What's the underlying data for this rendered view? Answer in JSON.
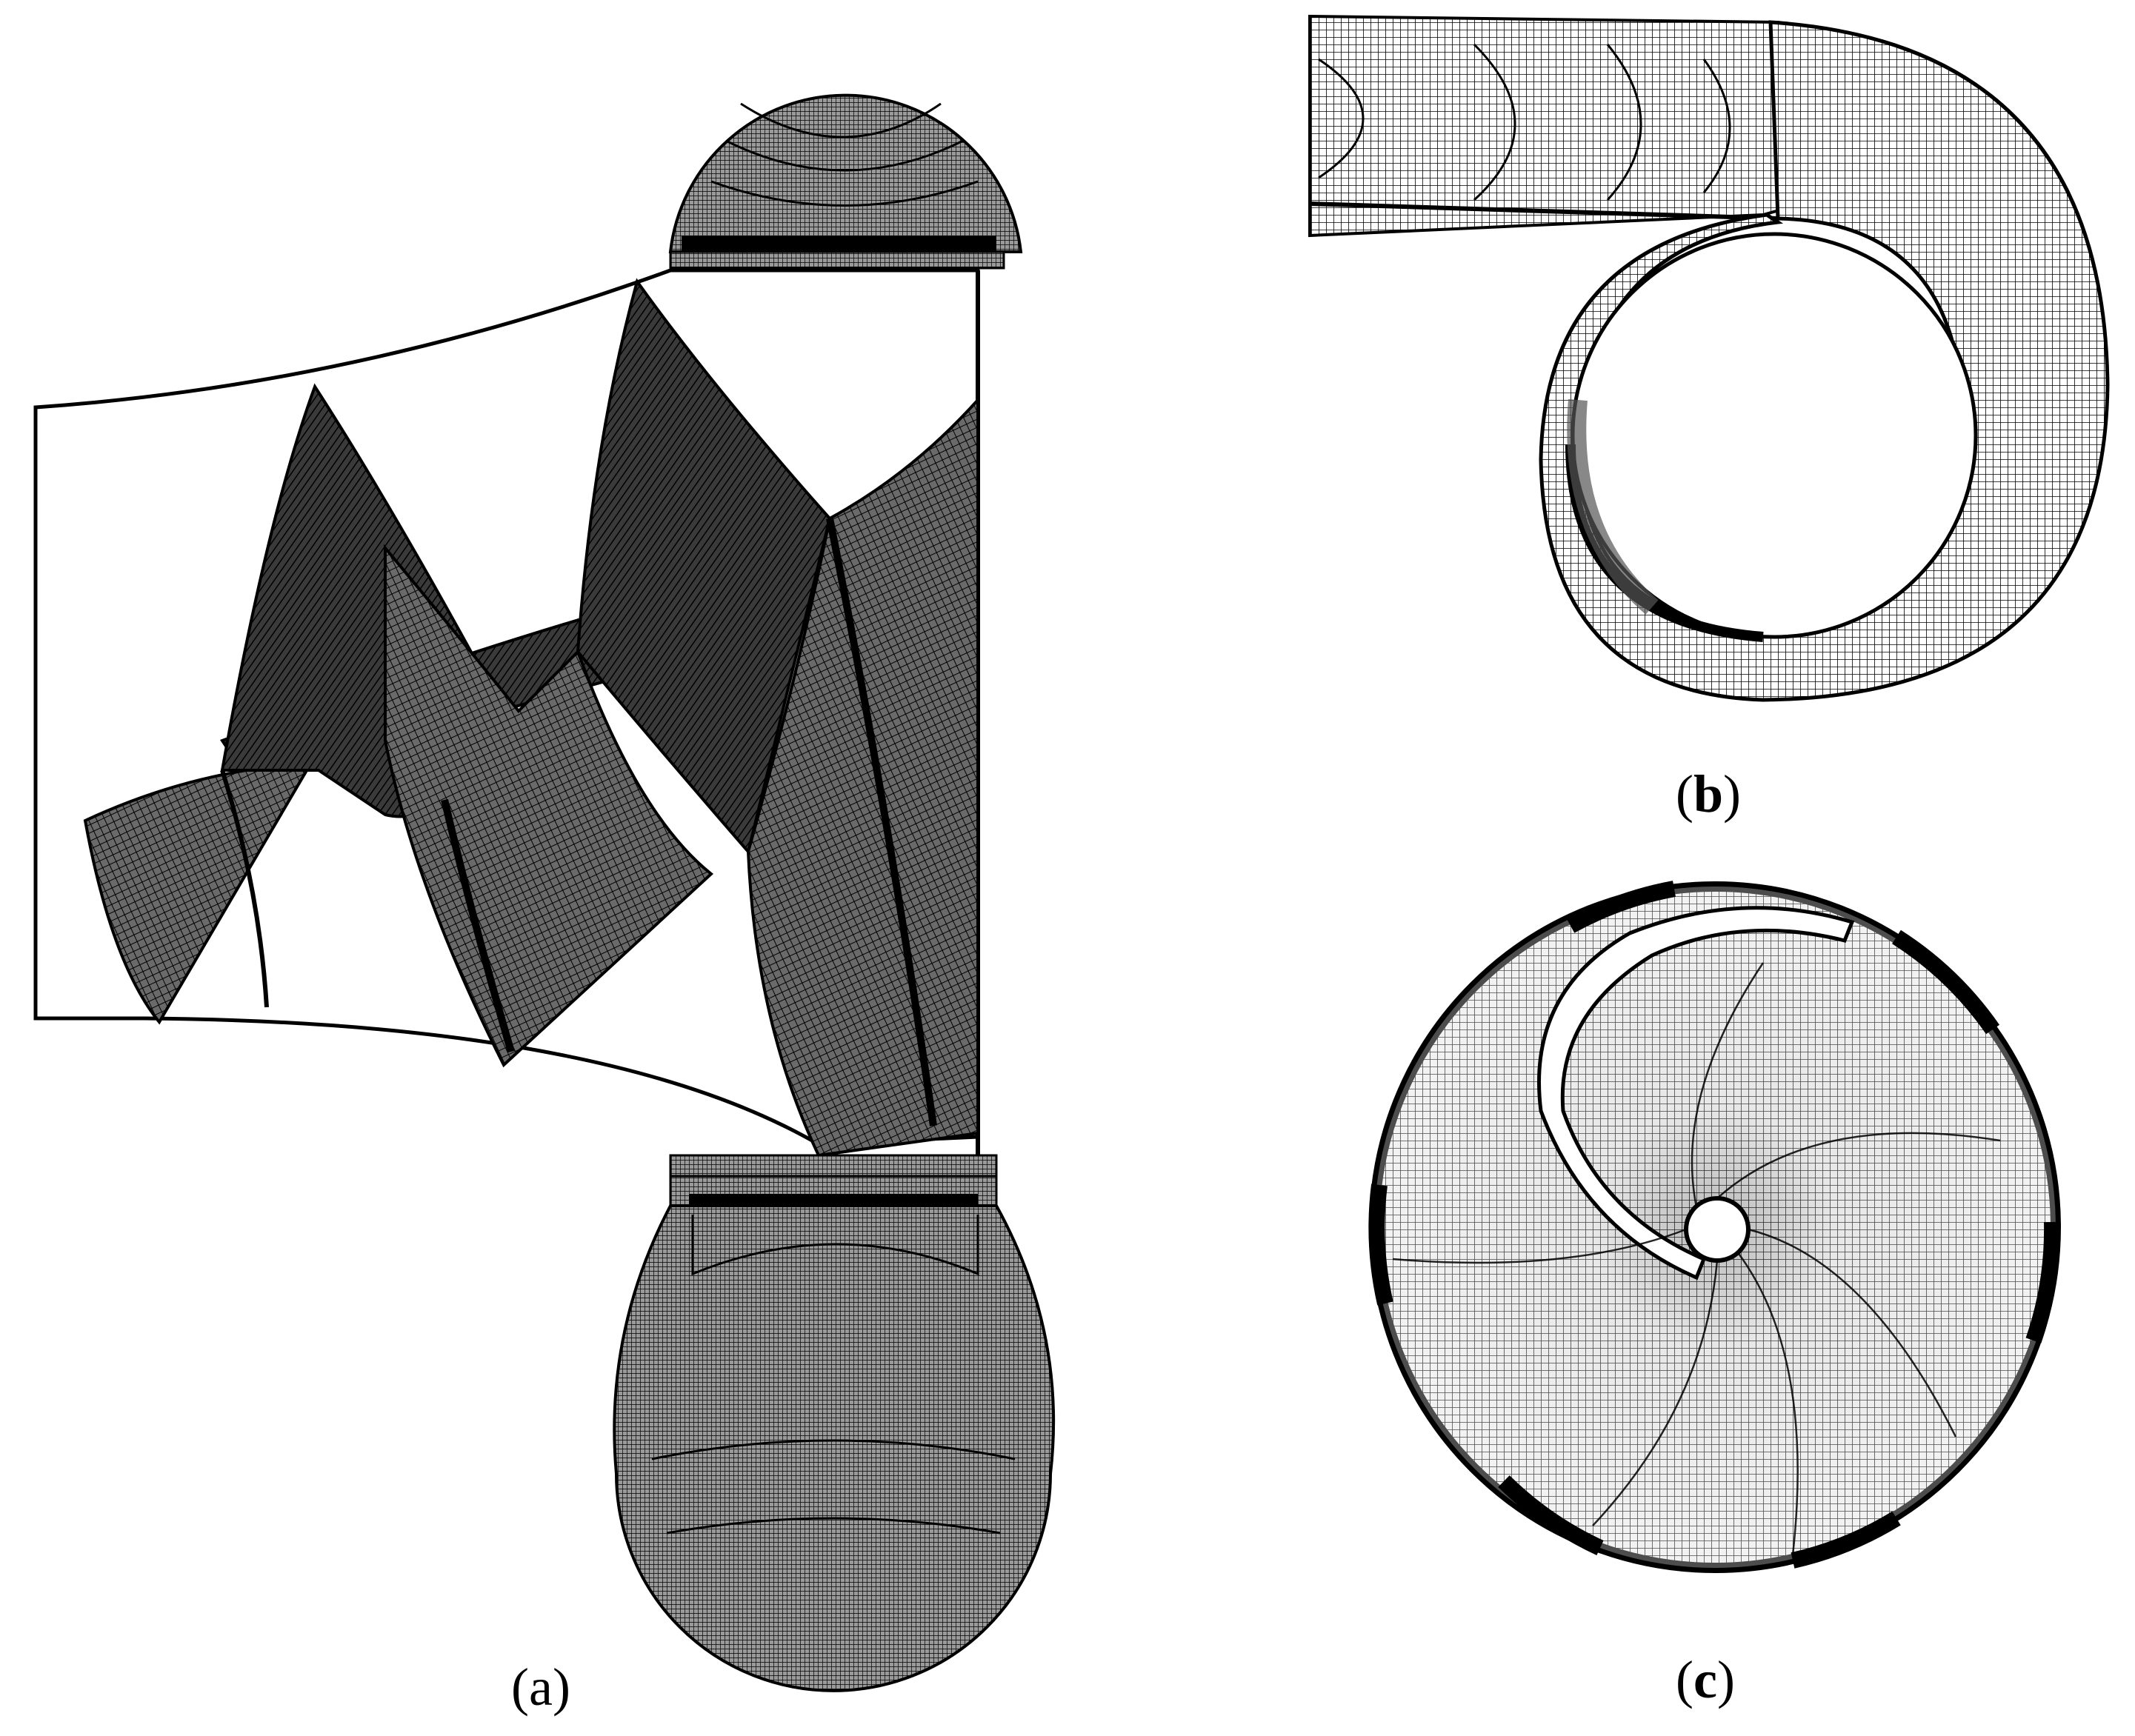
{
  "figure": {
    "panels": [
      {
        "id": "a",
        "caption_open": "(",
        "caption_letter": "a",
        "caption_close": ")"
      },
      {
        "id": "b",
        "caption_open": "(",
        "caption_letter": "b",
        "caption_close": ")"
      },
      {
        "id": "c",
        "caption_open": "(",
        "caption_letter": "c",
        "caption_close": ")"
      }
    ],
    "colors": {
      "mesh_line": "#000000",
      "mesh_fill_dense": "#2a2a2a",
      "mesh_fill_light": "#8a8a8a",
      "background": "#ffffff"
    }
  }
}
